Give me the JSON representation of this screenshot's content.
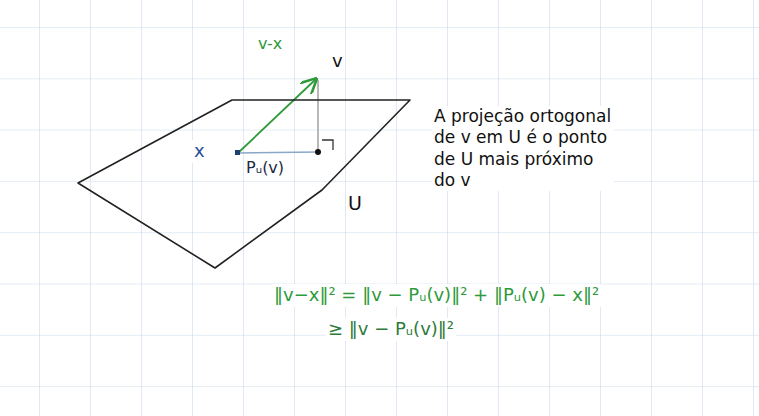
{
  "diagram": {
    "nodes": [
      {
        "text": [
          "x",
          "Pᵤ(v)",
          "U"
        ]
      }
    ],
    "labels": [
      "v-x",
      "v",
      "A projeção ortogonal de v em U é o ponto de U mais próximo do v",
      "‖v−x‖² = ‖v − Pᵤ(v)‖² + ‖Pᵤ(v) − x‖²",
      "≥ ‖v − Pᵤ(v)‖²"
    ]
  }
}
